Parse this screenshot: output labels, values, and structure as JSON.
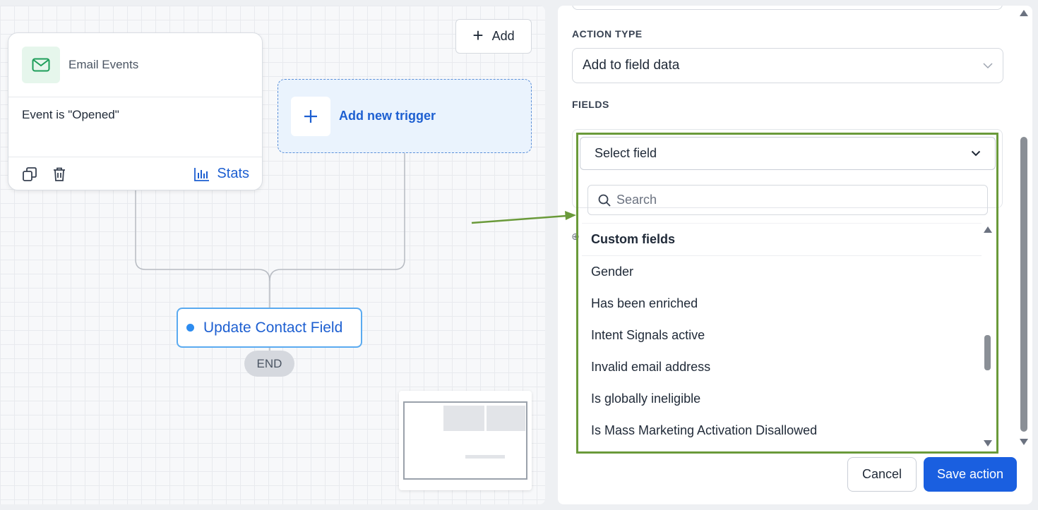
{
  "canvas": {
    "add_button_label": "Add",
    "trigger_card": {
      "title": "Email Events",
      "condition": "Event is \"Opened\"",
      "stats_label": "Stats"
    },
    "new_trigger_label": "Add new trigger",
    "update_node_label": "Update Contact Field",
    "end_label": "END"
  },
  "panel": {
    "action_type_label": "ACTION TYPE",
    "action_type_value": "Add to field data",
    "fields_label": "FIELDS",
    "select_field_label": "Select field",
    "search_placeholder": "Search",
    "group_label": "Custom fields",
    "options": [
      "Gender",
      "Has been enriched",
      "Intent Signals active",
      "Invalid email address",
      "Is globally ineligible",
      "Is Mass Marketing Activation Disallowed"
    ],
    "cancel_label": "Cancel",
    "save_label": "Save action"
  },
  "colors": {
    "accent_blue": "#1a5fe0",
    "highlight_green": "#6a9a3a",
    "email_icon_green": "#1e9e5a"
  },
  "icons": [
    "plus-icon",
    "mail-icon",
    "copy-icon",
    "trash-icon",
    "bar-chart-icon",
    "chevron-down-icon",
    "search-icon",
    "info-icon"
  ]
}
